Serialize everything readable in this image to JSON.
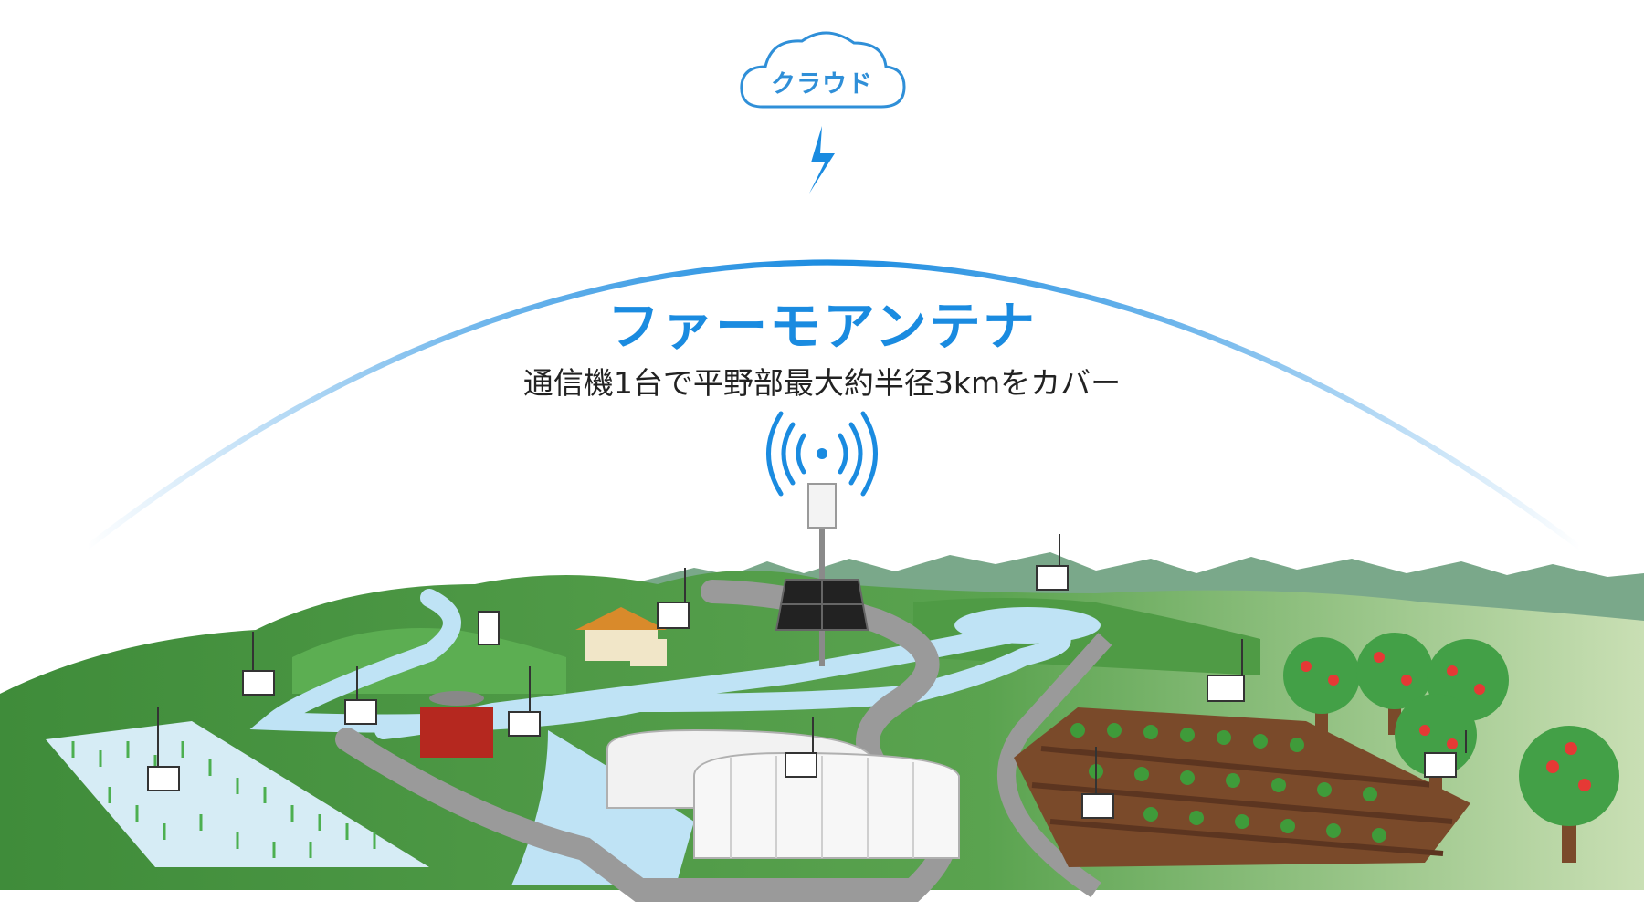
{
  "cloud": {
    "label": "クラウド"
  },
  "antenna": {
    "title": "ファーモアンテナ",
    "subtitle": "通信機1台で平野部最大約半径3kmをカバー"
  },
  "device_brand": "farmo",
  "colors": {
    "accent_blue": "#1a8be0",
    "cloud_blue": "#2f8fd8",
    "grass_green": "#4f9b45",
    "dark_green": "#2e7d32",
    "mountain": "#7aa88a",
    "water": "#bfe3f5",
    "road": "#9a9a9a",
    "soil": "#7a4a2a",
    "barn_red": "#b5281f",
    "apple_red": "#e53935"
  },
  "icons": [
    "cloud-icon",
    "lightning-icon",
    "wifi-signal-icon",
    "solar-panel-icon",
    "sensor-device-icon",
    "greenhouse-icon",
    "apple-tree-icon"
  ]
}
